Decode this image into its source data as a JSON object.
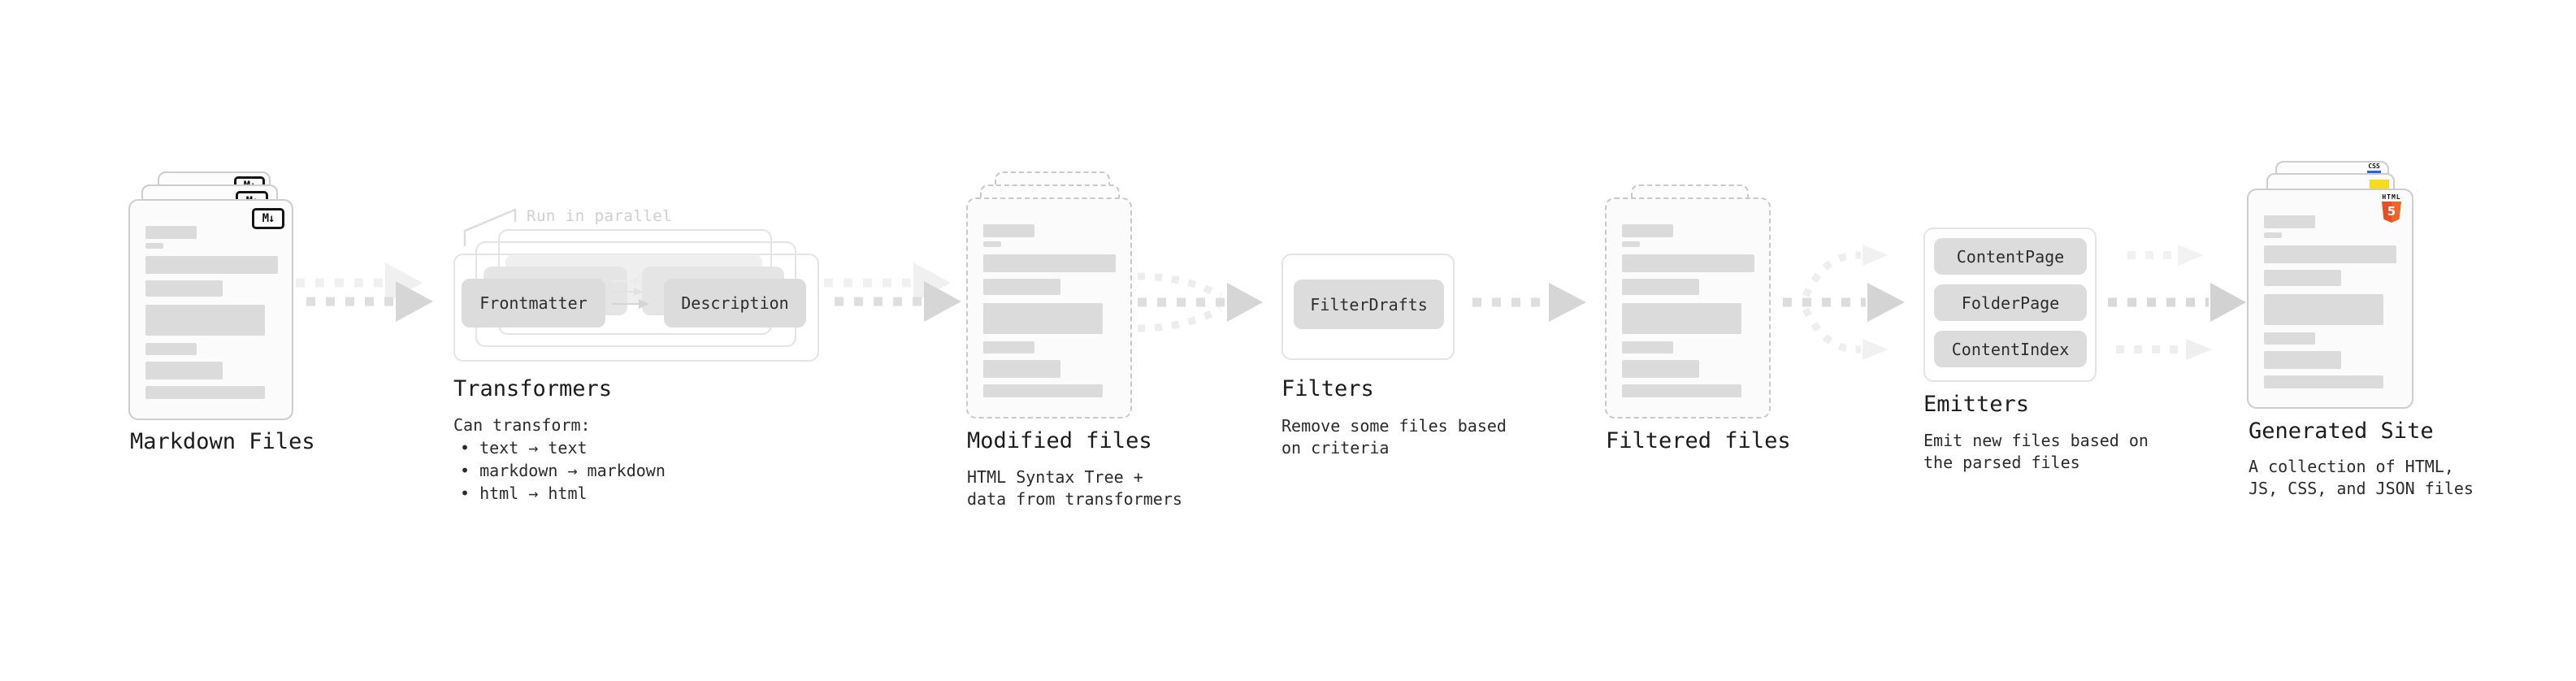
{
  "nodes": {
    "markdown": {
      "label": "Markdown Files",
      "badge": "M↓"
    },
    "transformers": {
      "label": "Transformers",
      "annotation": "Run in parallel",
      "source_pill": "Frontmatter",
      "target_pill": "Description",
      "description_heading": "Can transform:",
      "bullets": [
        "• text → text",
        "• markdown → markdown",
        "• html → html"
      ]
    },
    "modified": {
      "label": "Modified files",
      "description": [
        "HTML Syntax Tree +",
        "data from transformers"
      ]
    },
    "filters": {
      "label": "Filters",
      "pill": "FilterDrafts",
      "description": [
        "Remove some files based",
        "on criteria"
      ]
    },
    "filtered": {
      "label": "Filtered files"
    },
    "emitters": {
      "label": "Emitters",
      "pills": [
        "ContentPage",
        "FolderPage",
        "ContentIndex"
      ],
      "description": [
        "Emit new files based on",
        "the parsed files"
      ]
    },
    "generated": {
      "label": "Generated Site",
      "description": [
        "A collection of HTML,",
        "JS, CSS, and JSON files"
      ],
      "badges": {
        "css": "CSS",
        "html_word": "HTML",
        "html_five": "5"
      }
    }
  },
  "colors": {
    "card_border": "#cdcdcd",
    "dashed_border": "#c9c9c9",
    "box_border": "#e4e4e4",
    "pill_fill": "#dcdcdc",
    "bar_fill": "#dbdbdb",
    "arrow_main": "#d6d6d6",
    "arrow_light": "#f0f0f0",
    "text_dark": "#1c1c1c",
    "annotation_gray": "#cfcfcf",
    "css_blue": "#2862e9",
    "js_yellow": "#f5de19",
    "html_orange_dark": "#e44d26",
    "html_orange_light": "#f16529",
    "markdown_black": "#151515"
  }
}
